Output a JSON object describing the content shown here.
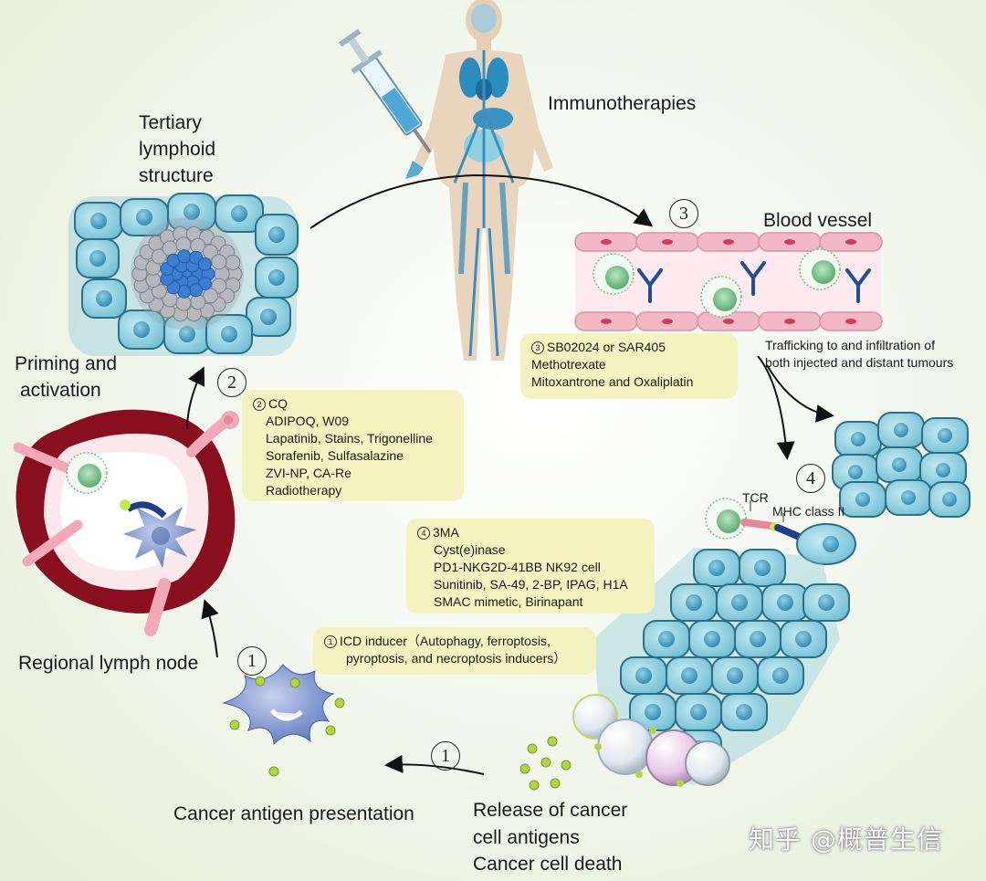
{
  "labels": {
    "immunotherapies": "Immunotherapies",
    "tls_line1": "Tertiary",
    "tls_line2": "lymphoid",
    "tls_line3": "structure",
    "blood_vessel": "Blood vessel",
    "priming_line1": "Priming and",
    "priming_line2": "activation",
    "trafficking_line1": "Trafficking to and infiltration of",
    "trafficking_line2": "both injected and distant tumours",
    "tcr": "TCR",
    "mhc": "MHC class II",
    "regional_lymph_node": "Regional lymph node",
    "antigen_presentation": "Cancer antigen presentation",
    "release_line1": "Release of cancer",
    "release_line2": "cell  antigens",
    "release_line3": "Cancer cell death"
  },
  "step_numbers": {
    "step1_node": "1",
    "step1_release": "1",
    "step2": "2",
    "step3": "3",
    "step4": "4"
  },
  "boxes": {
    "box3": {
      "marker": "3",
      "lines": [
        "SB02024 or SAR405",
        "Methotrexate",
        "Mitoxantrone and Oxaliplatin"
      ]
    },
    "box2": {
      "marker": "2",
      "lines": [
        "CQ",
        "ADIPOQ, W09",
        "Lapatinib, Stains, Trigonelline",
        "Sorafenib, Sulfasalazine",
        "ZVI-NP, CA-Re",
        "Radiotherapy"
      ]
    },
    "box4": {
      "marker": "4",
      "lines": [
        "3MA",
        "Cyst(e)inase",
        "PD1-NKG2D-41BB NK92 cell",
        "Sunitinib, SA-49, 2-BP, IPAG, H1A",
        "SMAC mimetic, Birinapant"
      ]
    },
    "box1": {
      "marker": "1",
      "lines": [
        "ICD inducer（Autophagy, ferroptosis,",
        "pyroptosis, and necroptosis inducers）"
      ]
    }
  },
  "watermark": "知乎 @概普生信",
  "colors": {
    "cell_fill": "#8fd0e0",
    "cell_stroke": "#2b7a96",
    "nucleus": "#4a9fc0",
    "vessel": "#f4c8d2",
    "lymph_node": "#8a0f1e",
    "box_fill": "#f3f3bf",
    "dendritic": "#7f95cc"
  }
}
